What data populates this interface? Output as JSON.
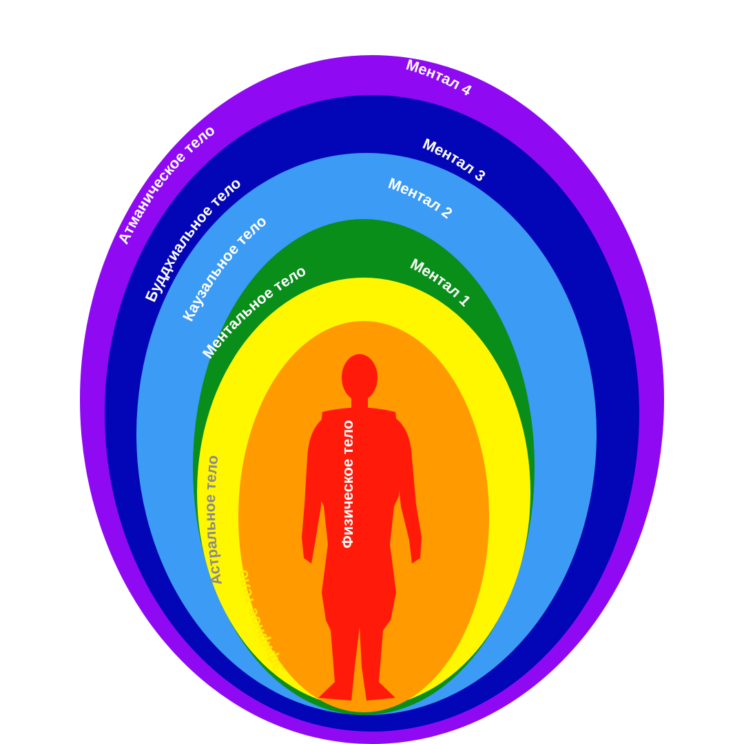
{
  "layers": [
    {
      "label_left": "Атманическое тело",
      "label_right": "Ментал 4",
      "color": "#8F0AF2"
    },
    {
      "label_left": "Буддхиальное тело",
      "label_right": "Ментал 3",
      "color": "#0306B6"
    },
    {
      "label_left": "Каузальное тело",
      "label_right": "Ментал 2",
      "color": "#3C9BF4"
    },
    {
      "label_left": "Ментальное тело",
      "label_right": "Ментал 1",
      "color": "#0A8E1A"
    },
    {
      "label_left": "Астральное тело",
      "label_right": "",
      "color": "#FFF700"
    },
    {
      "label_left": "Эфирное тело",
      "label_right": "",
      "color": "#FF9A00"
    }
  ],
  "figure": {
    "label": "Физическое тело",
    "color": "#FF1A0A"
  },
  "label_colors": {
    "light": "#ffffff",
    "astral": "#8A8A8A",
    "etheric": "#FFEA00"
  }
}
